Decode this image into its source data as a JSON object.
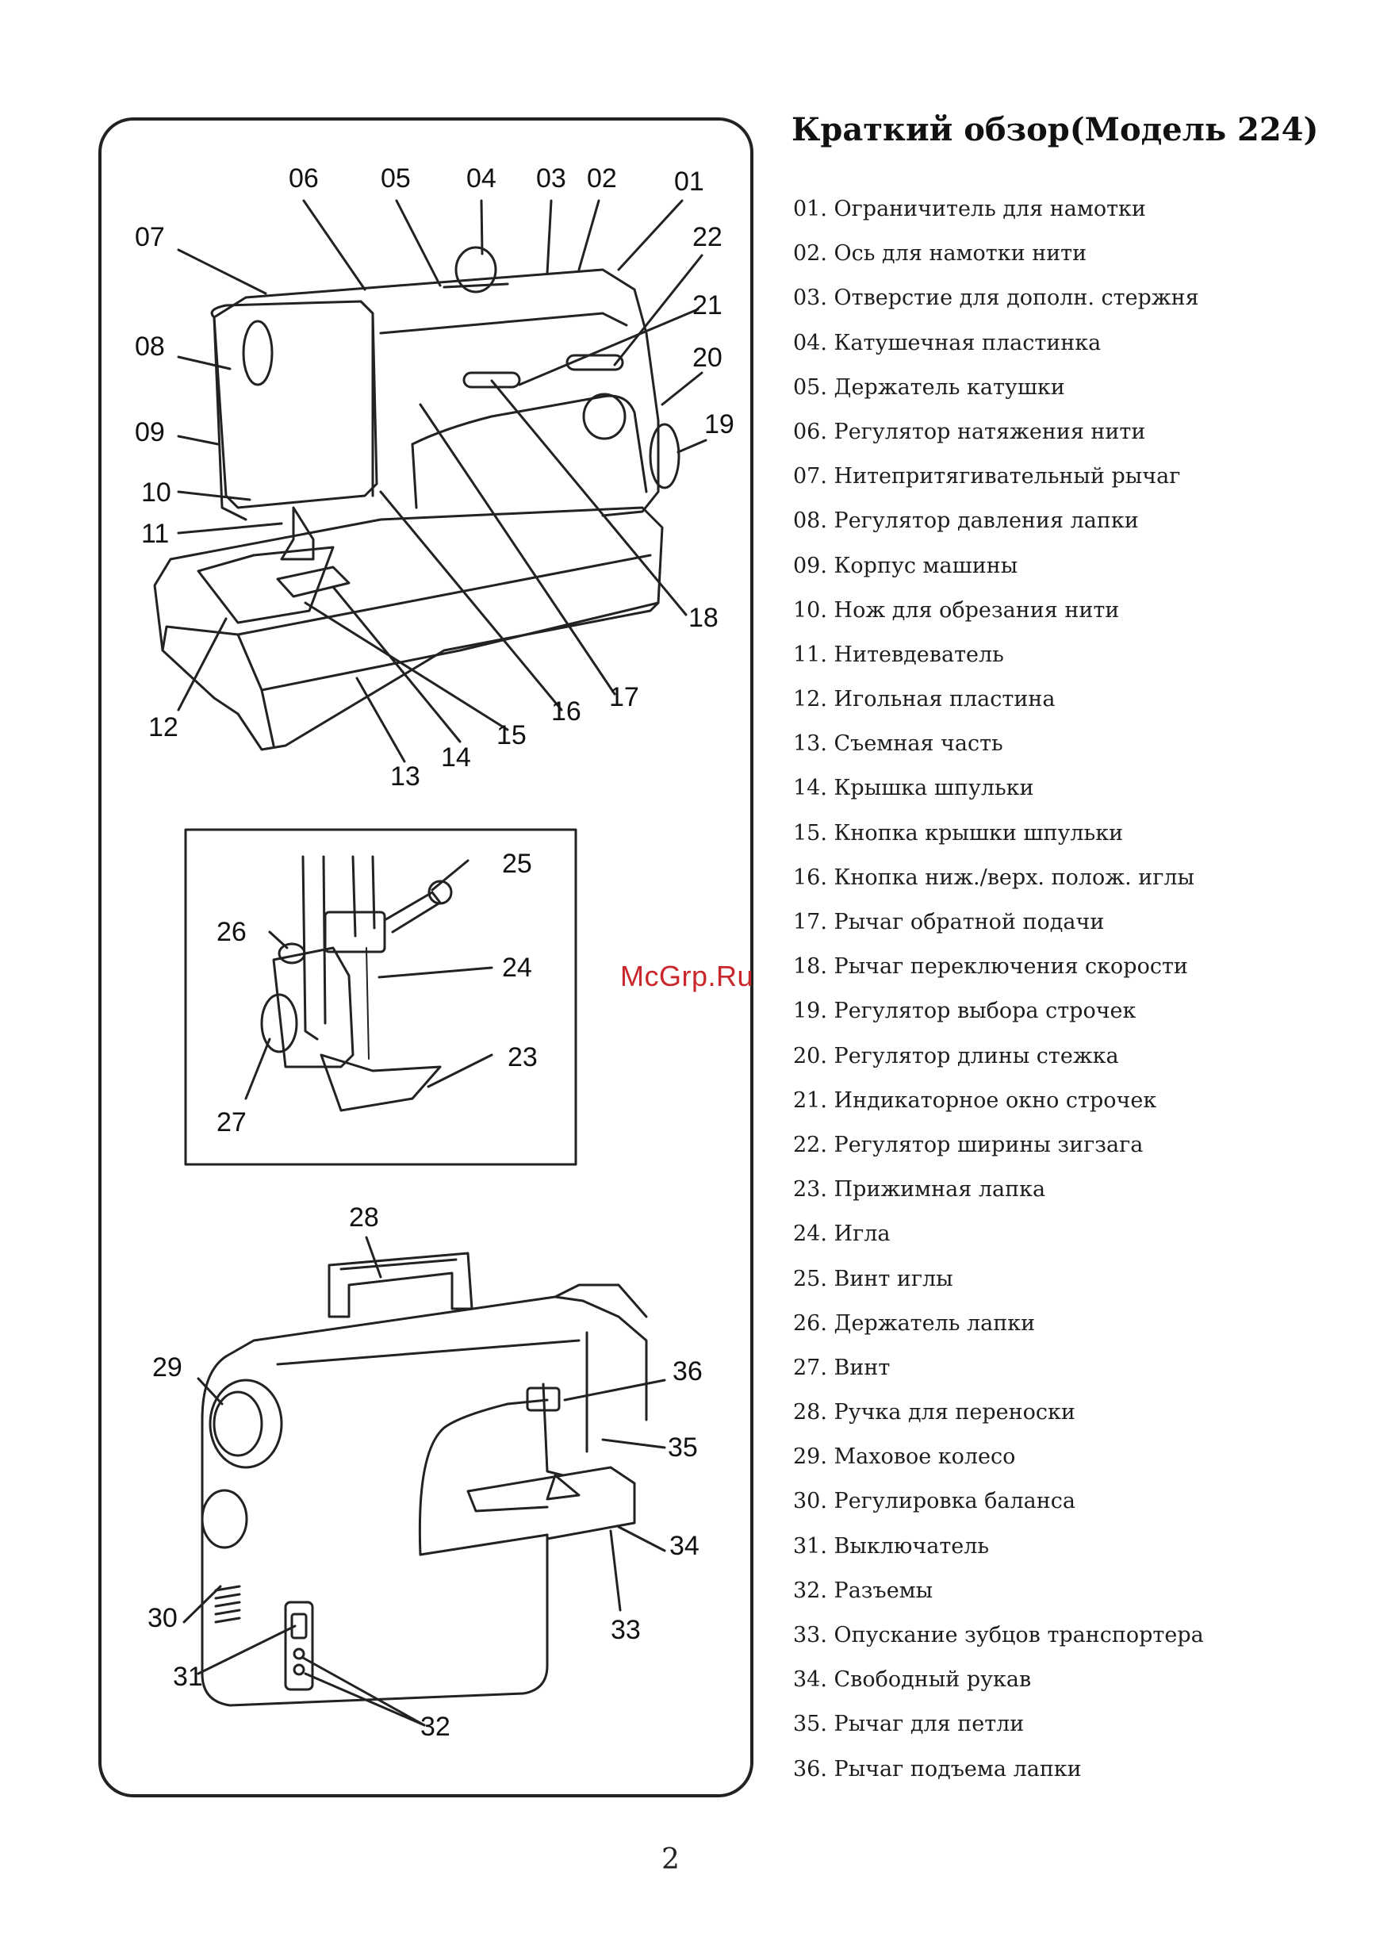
{
  "heading": "Краткий обзор(Модель 224)",
  "watermark": "McGrp.Ru",
  "page_number": "2",
  "figure_callouts": {
    "top": [
      "06",
      "05",
      "04",
      "03",
      "02",
      "01",
      "22",
      "21",
      "20",
      "19",
      "07",
      "08",
      "09",
      "10",
      "11",
      "12",
      "13",
      "14",
      "15",
      "16",
      "17",
      "18"
    ],
    "middle": [
      "25",
      "26",
      "24",
      "23",
      "27"
    ],
    "bottom": [
      "28",
      "29",
      "36",
      "35",
      "34",
      "30",
      "33",
      "31",
      "32"
    ]
  },
  "parts": [
    "01. Ограничитель для намотки",
    "02.  Ось для намотки нити",
    "03.  Отверстие для дополн. стержня",
    "04.  Катушечная пластинка",
    "05.  Держатель катушки",
    "06.  Регулятор натяжения нити",
    "07.  Нитепритягивательный рычаг",
    "08.  Регулятор давления лапки",
    "09.  Корпус машины",
    "10.  Нож для обрезания нити",
    "11.  Нитевдеватель",
    "12.  Игольная пластина",
    "13.  Съемная часть",
    "14.  Крышка шпульки",
    "15.  Кнопка крышки шпульки",
    "16.  Кнопка ниж./верх. полож. иглы",
    "17.  Рычаг обратной подачи",
    "18.  Рычаг переключения скорости",
    "19.  Регулятор выбора строчек",
    "20.  Регулятор длины стежка",
    "21.  Индикаторное окно строчек",
    "22. Регулятор ширины зигзага",
    "23.  Прижимная лапка",
    "24.  Игла",
    "25.  Винт иглы",
    "26.  Держатель лапки",
    "27.  Винт",
    "28.  Ручка для переноски",
    "29.  Маховое колесо",
    "30.  Регулировка баланса",
    "31.  Выключатель",
    "32.  Разъемы",
    "33.  Опускание зубцов транспортера",
    "34.  Свободный рукав",
    "35.  Рычаг для петли",
    "36.  Рычаг подъема лапки"
  ]
}
